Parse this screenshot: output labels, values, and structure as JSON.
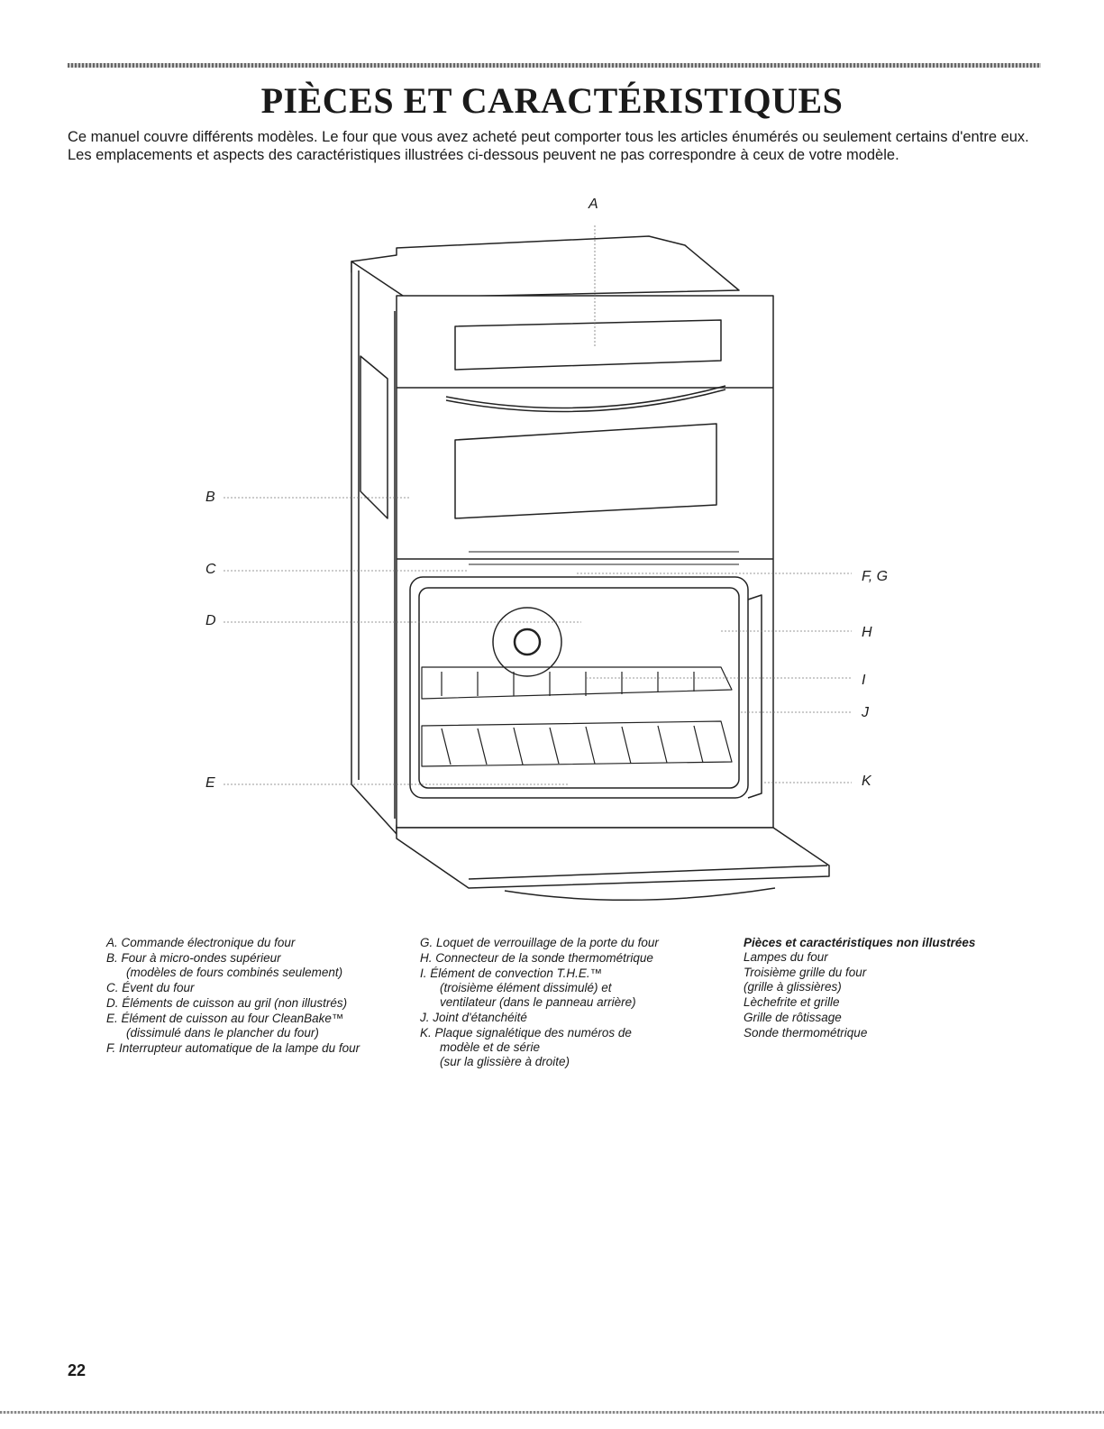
{
  "title": "PIÈCES ET CARACTÉRISTIQUES",
  "intro": "Ce manuel couvre différents modèles. Le four que vous avez acheté peut comporter tous les articles énumérés ou seulement certains d'entre eux. Les emplacements et aspects des caractéristiques illustrées ci-dessous peuvent ne pas correspondre à ceux de votre modèle.",
  "callouts": {
    "a": "A",
    "b": "B",
    "c": "C",
    "d": "D",
    "e": "E",
    "fg": "F, G",
    "h": "H",
    "i": "I",
    "j": "J",
    "k": "K"
  },
  "legend_col1": [
    {
      "line1": "A. Commande électronique du four",
      "line2": ""
    },
    {
      "line1": "B. Four à micro-ondes supérieur",
      "line2": "(modèles de fours combinés seulement)"
    },
    {
      "line1": "C. Évent du four",
      "line2": ""
    },
    {
      "line1": "D. Éléments de cuisson au gril (non illustrés)",
      "line2": ""
    },
    {
      "line1": "E. Élément de cuisson au four CleanBake™",
      "line2": "(dissimulé dans le plancher du four)"
    },
    {
      "line1": "F. Interrupteur automatique de la lampe du four",
      "line2": ""
    }
  ],
  "legend_col2": [
    {
      "line1": "G. Loquet de verrouillage de la porte du four",
      "line2": "",
      "line3": ""
    },
    {
      "line1": "H. Connecteur de la sonde thermométrique",
      "line2": "",
      "line3": ""
    },
    {
      "line1": "I. Élément de convection T.H.E.™",
      "line2": "(troisième élément dissimulé) et",
      "line3": "ventilateur (dans le panneau arrière)"
    },
    {
      "line1": "J. Joint d'étanchéité",
      "line2": "",
      "line3": ""
    },
    {
      "line1": "K. Plaque signalétique des numéros de",
      "line2": "modèle et de série",
      "line3": "(sur la glissière à droite)"
    }
  ],
  "legend_col3": {
    "heading": "Pièces et caractéristiques non illustrées",
    "items": [
      {
        "line1": "Lampes du four",
        "line2": ""
      },
      {
        "line1": "Troisième grille du four",
        "line2": "(grille à glissières)"
      },
      {
        "line1": "Lèchefrite et grille",
        "line2": ""
      },
      {
        "line1": "Grille de rôtissage",
        "line2": ""
      },
      {
        "line1": "Sonde thermométrique",
        "line2": ""
      }
    ]
  },
  "page_number": "22"
}
